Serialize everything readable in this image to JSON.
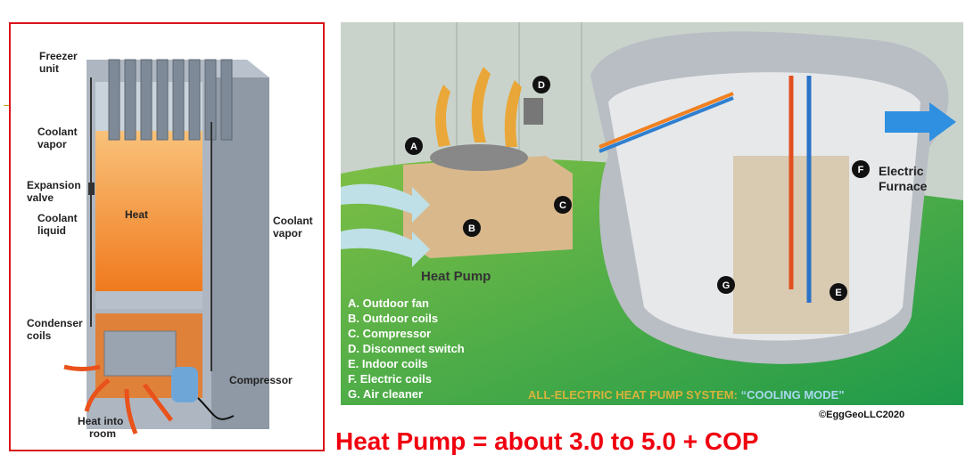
{
  "left_diagram": {
    "labels": {
      "freezer": [
        "Freezer",
        "unit"
      ],
      "coolant_vapor_left": [
        "Coolant",
        "vapor"
      ],
      "expansion": [
        "Expansion",
        "valve"
      ],
      "coolant_liquid": [
        "Coolant",
        "liquid"
      ],
      "heat": "Heat",
      "coolant_vapor_right": [
        "Coolant",
        "vapor"
      ],
      "condenser": [
        "Condenser",
        "coils"
      ],
      "compressor": "Compressor",
      "heat_room": [
        "Heat into",
        "room"
      ]
    }
  },
  "right_diagram": {
    "heat_pump_label": "Heat Pump",
    "electric_furnace": [
      "Electric",
      "Furnace"
    ],
    "markers": [
      "A",
      "B",
      "C",
      "D",
      "E",
      "F",
      "G"
    ],
    "legend": [
      "A.  Outdoor fan",
      "B.  Outdoor coils",
      "C.  Compressor",
      "D.  Disconnect switch",
      "E.  Indoor coils",
      "F.  Electric coils",
      "G.  Air cleaner"
    ],
    "caption_part1": "ALL-ELECTRIC HEAT PUMP SYSTEM: ",
    "caption_part2": "“COOLING MODE\""
  },
  "copyright": "©EggGeoLLC2020",
  "headline": "Heat Pump = about 3.0 to 5.0 + COP",
  "colors": {
    "headline": "#f0000f",
    "frame": "#d8151b",
    "grass": "#3fa040",
    "caption_yellow": "#d9b23a",
    "caption_blue": "#a9d8ef"
  }
}
